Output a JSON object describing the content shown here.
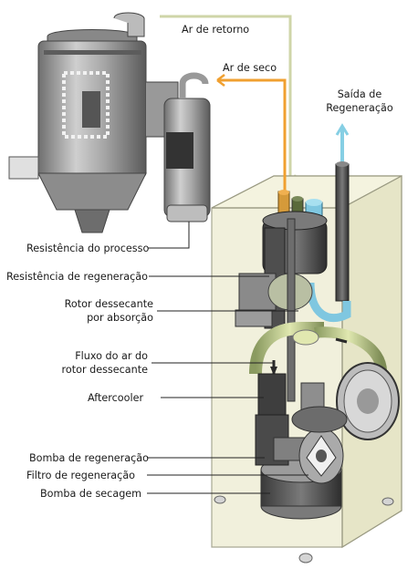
{
  "labels": {
    "ar_retorno": "Ar de retorno",
    "ar_seco": "Ar de seco",
    "saida_regeneracao": [
      "Saída de",
      "Regeneração"
    ],
    "resistencia_processo": "Resistência do processo",
    "resistencia_regeneracao": "Resistência de regeneração",
    "rotor_dessecante": [
      "Rotor dessecante",
      "por absorção"
    ],
    "fluxo_ar": [
      "Fluxo do ar do",
      "rotor dessecante"
    ],
    "aftercooler": "Aftercooler",
    "bomba_regeneracao": "Bomba de regeneração",
    "filtro_regeneracao": "Filtro de regeneração",
    "bomba_secagem": "Bomba de secagem"
  },
  "colors": {
    "return_air": "#cfd5a8",
    "dry_air": "#f0a030",
    "regen_exit": "#86cfe4",
    "cabinet": "#eeeed4",
    "leader": "#222222"
  }
}
